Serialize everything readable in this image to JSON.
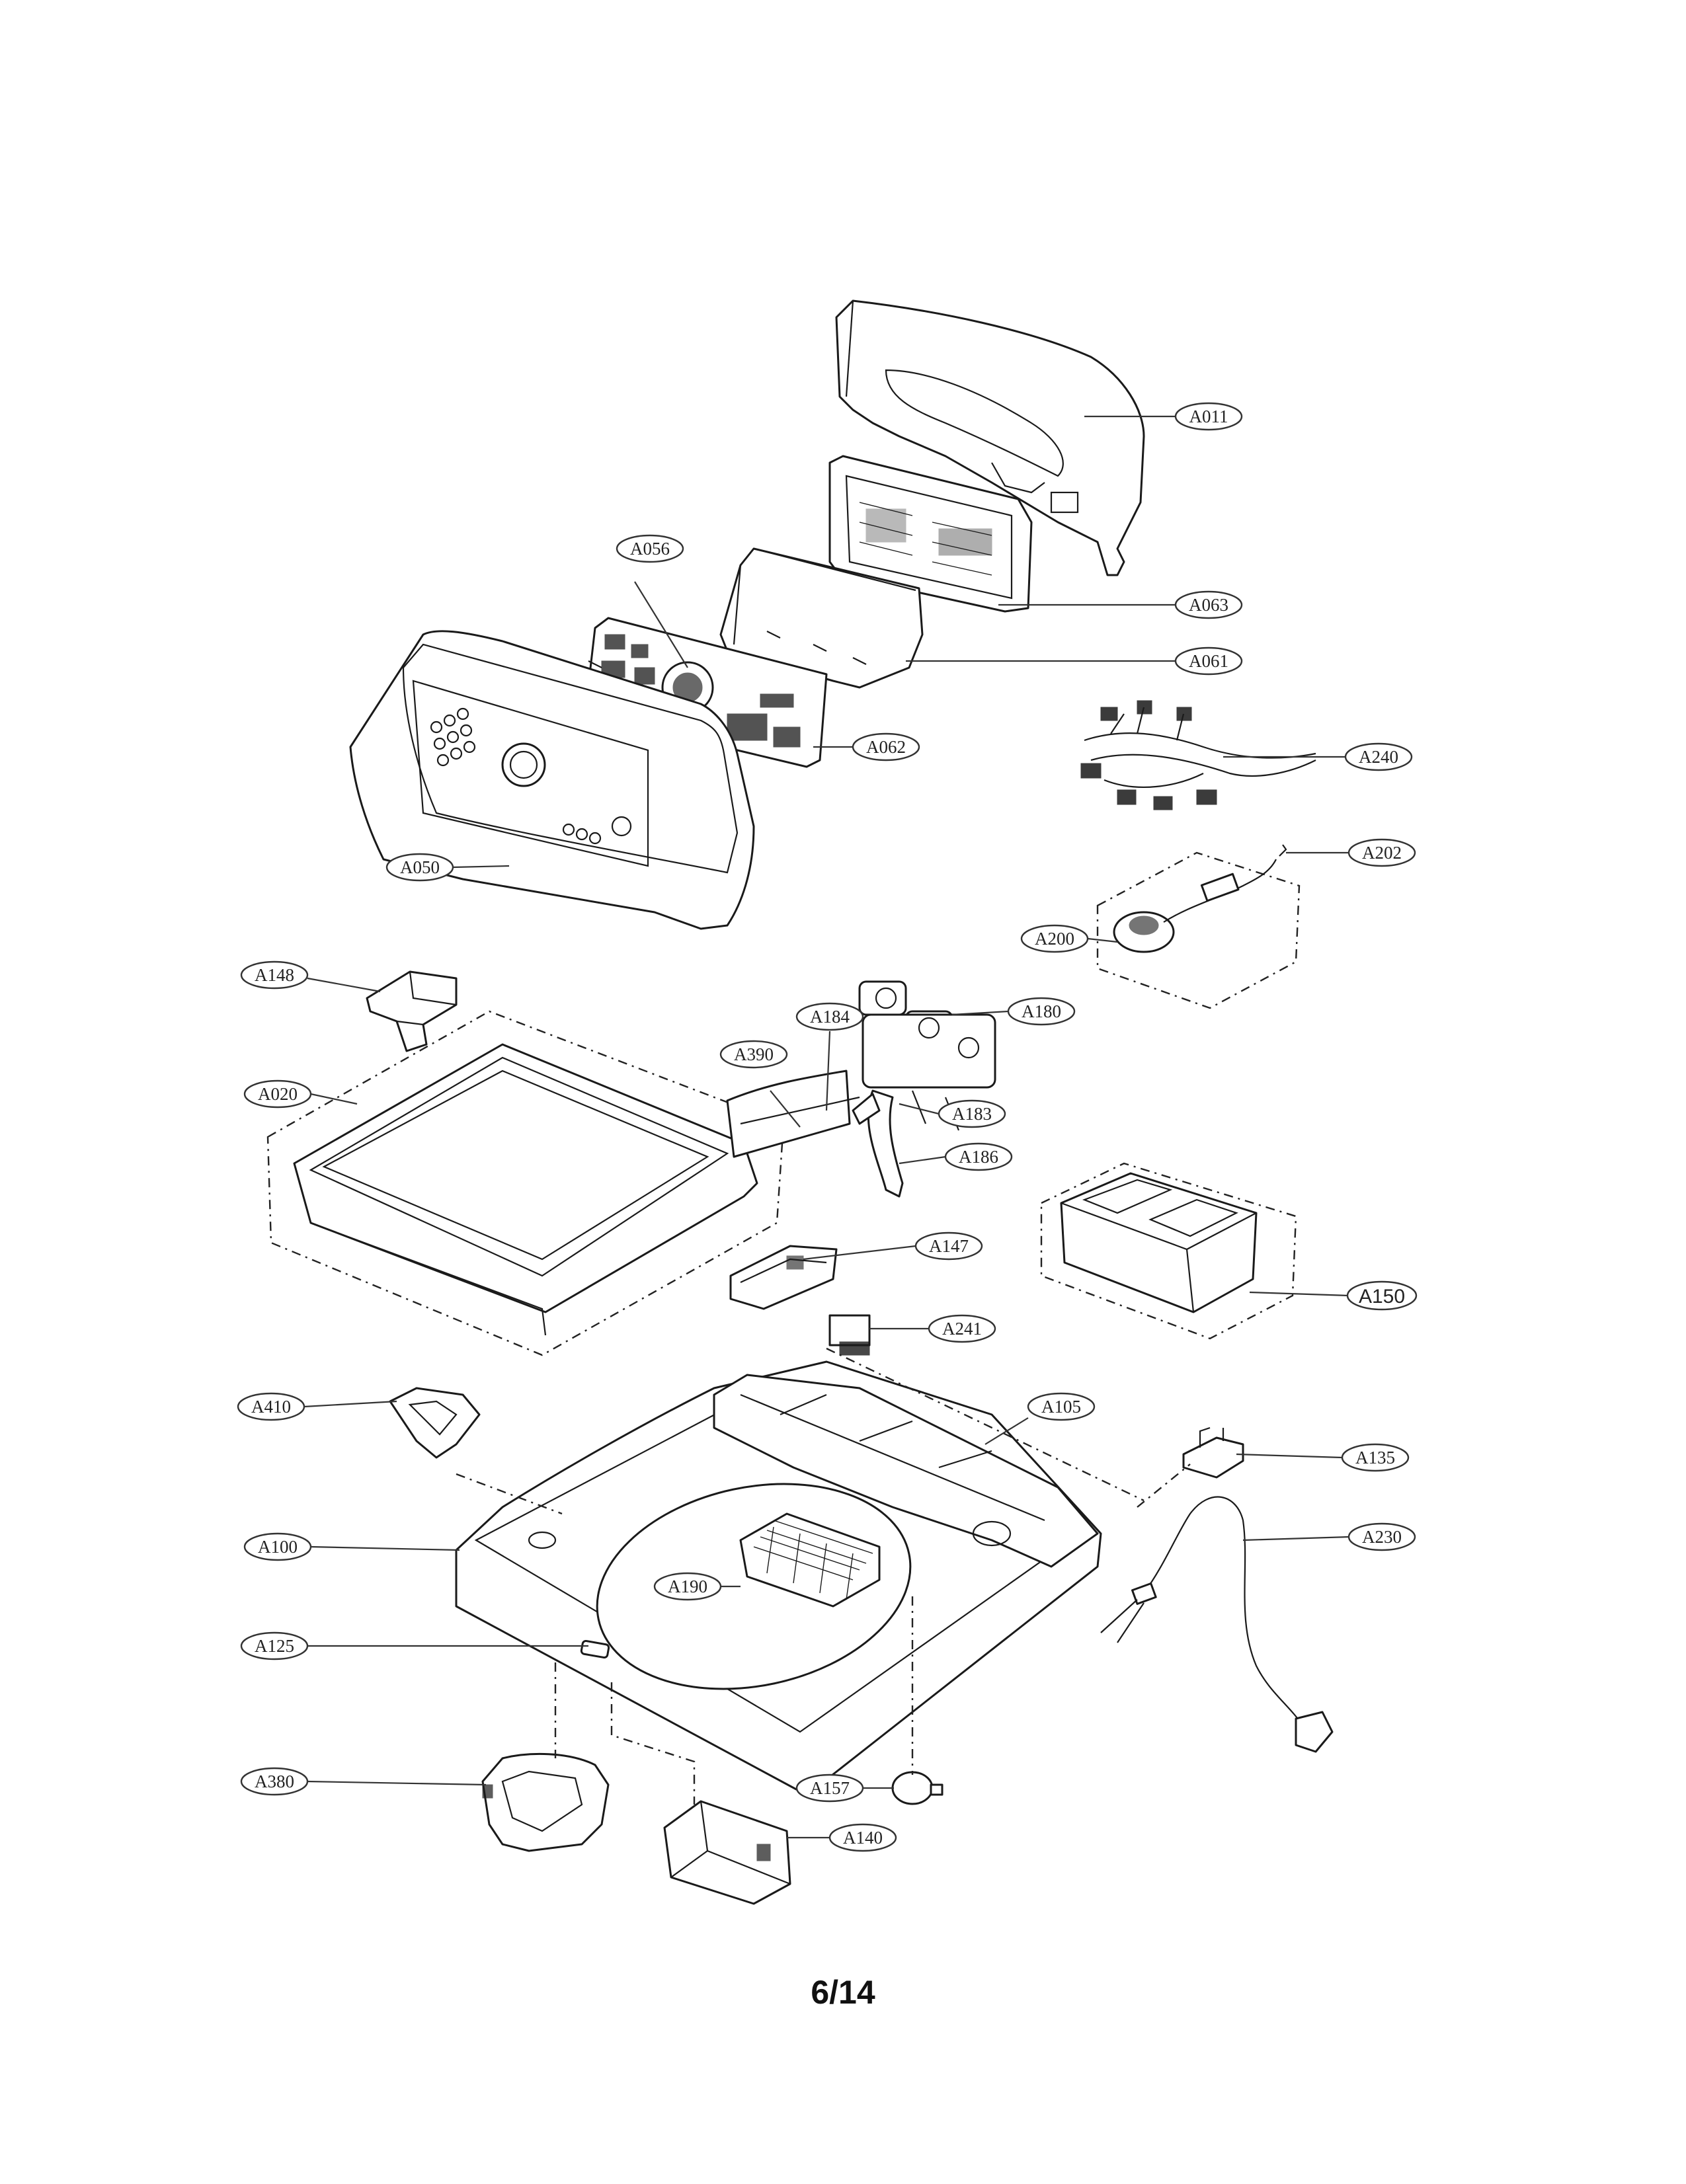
{
  "page_number": "6/14",
  "callouts": [
    {
      "id": "A011",
      "label": "A011"
    },
    {
      "id": "A063",
      "label": "A063"
    },
    {
      "id": "A056",
      "label": "A056"
    },
    {
      "id": "A061",
      "label": "A061"
    },
    {
      "id": "A062",
      "label": "A062"
    },
    {
      "id": "A240",
      "label": "A240"
    },
    {
      "id": "A202",
      "label": "A202"
    },
    {
      "id": "A050",
      "label": "A050"
    },
    {
      "id": "A200",
      "label": "A200"
    },
    {
      "id": "A148",
      "label": "A148"
    },
    {
      "id": "A184",
      "label": "A184"
    },
    {
      "id": "A180",
      "label": "A180"
    },
    {
      "id": "A390",
      "label": "A390"
    },
    {
      "id": "A020",
      "label": "A020"
    },
    {
      "id": "A183",
      "label": "A183"
    },
    {
      "id": "A186",
      "label": "A186"
    },
    {
      "id": "A147",
      "label": "A147"
    },
    {
      "id": "A150",
      "label": "A150"
    },
    {
      "id": "A241",
      "label": "A241"
    },
    {
      "id": "A410",
      "label": "A410"
    },
    {
      "id": "A105",
      "label": "A105"
    },
    {
      "id": "A135",
      "label": "A135"
    },
    {
      "id": "A100",
      "label": "A100"
    },
    {
      "id": "A230",
      "label": "A230"
    },
    {
      "id": "A190",
      "label": "A190"
    },
    {
      "id": "A125",
      "label": "A125"
    },
    {
      "id": "A380",
      "label": "A380"
    },
    {
      "id": "A157",
      "label": "A157"
    },
    {
      "id": "A140",
      "label": "A140"
    }
  ]
}
